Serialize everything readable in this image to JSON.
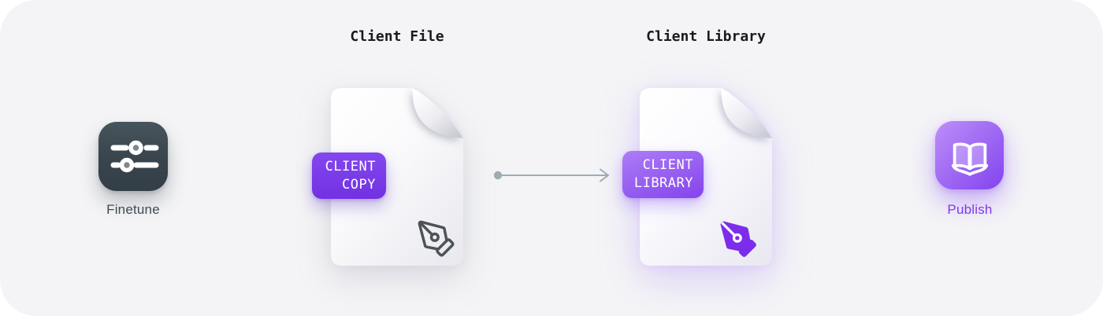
{
  "diagram": {
    "finetune": {
      "label": "Finetune",
      "icon": "sliders-icon"
    },
    "client_file": {
      "title": "Client File",
      "badge": {
        "line1": "CLIENT",
        "line2": "COPY"
      },
      "mark_icon": "pen-nib-outline-icon"
    },
    "connector": {
      "type": "arrow-right",
      "color": "#9fadb2"
    },
    "client_library": {
      "title": "Client Library",
      "badge": {
        "line1": "CLIENT",
        "line2": "LIBRARY"
      },
      "mark_icon": "pen-nib-filled-icon"
    },
    "publish": {
      "label": "Publish",
      "icon": "open-book-icon"
    },
    "colors": {
      "accent_purple": "#7c3aed",
      "badge_light_purple": "#9a63f2",
      "dark_icon": "#3c4950",
      "arrow_gray": "#9fadb2",
      "background": "#f4f4f6"
    }
  }
}
